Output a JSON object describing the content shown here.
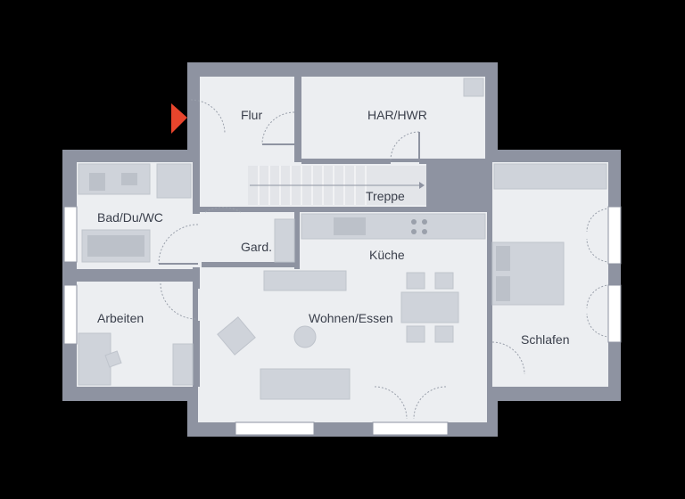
{
  "rooms": {
    "flur": "Flur",
    "har_hwr": "HAR/HWR",
    "treppe": "Treppe",
    "bad": "Bad/Du/WC",
    "gard": "Gard.",
    "kueche": "Küche",
    "arbeiten": "Arbeiten",
    "wohnen": "Wohnen/Essen",
    "schlafen": "Schlafen"
  },
  "colors": {
    "background": "#000000",
    "wall": "#8e93a1",
    "floor": "#eceef1",
    "entrance_marker": "#e8452c"
  },
  "icons": {
    "entrance": "entrance-arrow-icon"
  }
}
